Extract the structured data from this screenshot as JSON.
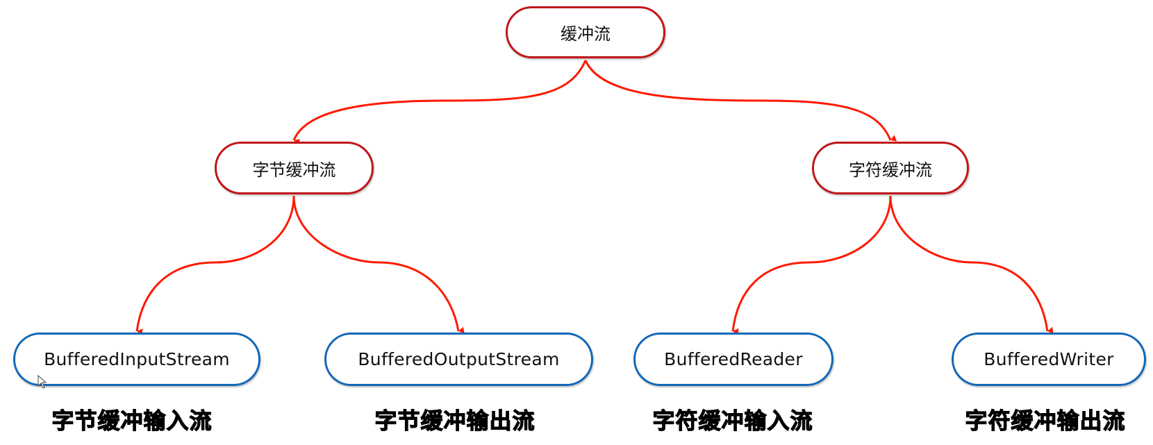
{
  "diagram": {
    "root": {
      "label": "缓冲流"
    },
    "categories": [
      {
        "label": "字节缓冲流",
        "children": [
          {
            "label": "BufferedInputStream",
            "caption": "字节缓冲输入流"
          },
          {
            "label": "BufferedOutputStream",
            "caption": "字节缓冲输出流"
          }
        ]
      },
      {
        "label": "字符缓冲流",
        "children": [
          {
            "label": "BufferedReader",
            "caption": "字符缓冲输入流"
          },
          {
            "label": "BufferedWriter",
            "caption": "字符缓冲输出流"
          }
        ]
      }
    ],
    "colors": {
      "connector": "#ff1a00",
      "category_border": "#c0161b",
      "leaf_border": "#1167b8"
    }
  }
}
